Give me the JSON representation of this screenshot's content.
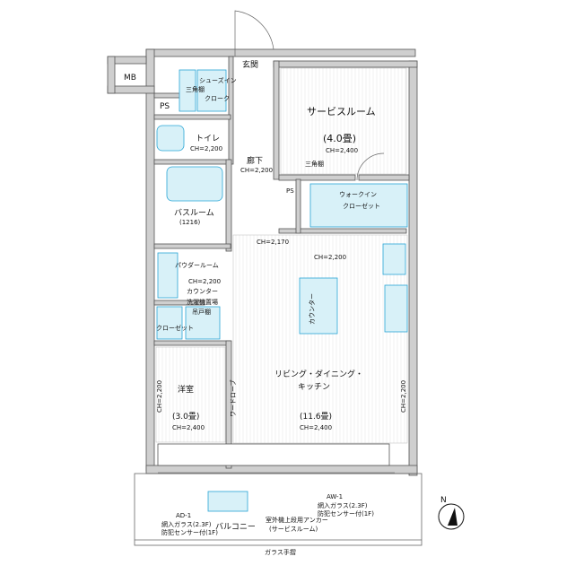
{
  "colors": {
    "wall": "#cfcfcf",
    "fixture": "#2aa6d6",
    "fixture_fill": "#d8f1f8",
    "text": "#111111"
  },
  "labels": {
    "mb": "MB",
    "ps1": "PS",
    "ps2": "PS",
    "genkan": "玄関",
    "sandou": "三角棚",
    "shoes": "シューズイン",
    "shoes2": "クローク",
    "service": "サービスルーム",
    "service_size": "(4.0畳)",
    "service_ch": "CH=2,400",
    "toilet": "トイレ",
    "toilet_ch": "CH=2,200",
    "rouka": "廊下",
    "rouka_ch": "CH=2,200",
    "sandou2": "三角棚",
    "walkin": "ウォークイン",
    "walkin2": "クローゼット",
    "bath": "バスルーム",
    "bath_size": "(1216)",
    "ch2170": "CH=2,170",
    "ch2200": "CH=2,200",
    "powder": "パウダールーム",
    "powder_ch": "CH=2,200",
    "counter": "カウンター",
    "washer": "洗濯機置場",
    "washer2": "吊戸棚",
    "closet": "クローゼット",
    "ldk1": "リビング・ダイニング・",
    "ldk2": "キッチン",
    "ldk_size": "(11.6畳)",
    "ldk_ch": "CH=2,400",
    "yoshitsu": "洋室",
    "yoshitsu_size": "(3.0畳)",
    "yoshitsu_ch": "CH=2,400",
    "ch_left": "CH=2,200",
    "ch_right": "CH=2,200",
    "balcony": "バルコニー",
    "ad1": "AD-1",
    "ad1_note1": "網入ガラス(2.3F)",
    "ad1_note2": "防犯センサー付(1F)",
    "aw1": "AW-1",
    "aw1_note1": "網入ガラス(2.3F)",
    "aw1_note2": "防犯センサー付(1F)",
    "railing": "ガラス手摺",
    "anchor1": "室外機上段用アンカー",
    "anchor2": "(サービスルーム)",
    "north": "N",
    "kitchen_counter": "カウンター",
    "wardrobe": "ワードローブ"
  }
}
